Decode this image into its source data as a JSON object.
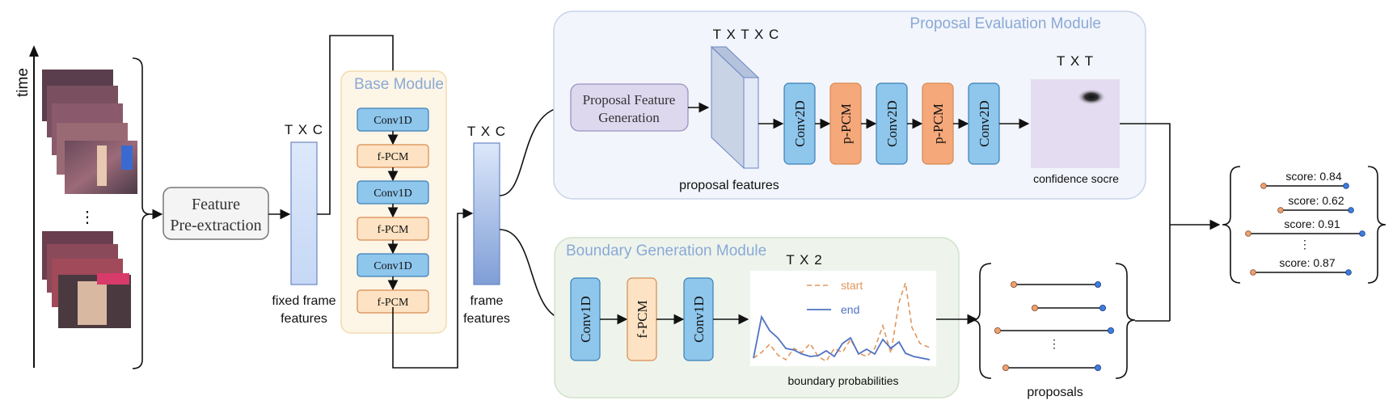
{
  "axis": {
    "time_label": "time",
    "ellipsis": "⋮"
  },
  "feature_pre": {
    "line1": "Feature",
    "line2": "Pre-extraction"
  },
  "fixed_features": {
    "dim": "T X C",
    "line1": "fixed frame",
    "line2": "features"
  },
  "base_module": {
    "title": "Base Module",
    "layers": [
      "Conv1D",
      "f-PCM",
      "Conv1D",
      "f-PCM",
      "Conv1D",
      "f-PCM"
    ]
  },
  "frame_features": {
    "dim": "T X C",
    "line1": "frame",
    "line2": "features"
  },
  "pem": {
    "title": "Proposal Evaluation Module",
    "pfg_line1": "Proposal Feature",
    "pfg_line2": "Generation",
    "tensor_dim": "T X T X C",
    "tensor_label": "proposal features",
    "layers": [
      "Conv2D",
      "p-PCM",
      "Conv2D",
      "p-PCM",
      "Conv2D"
    ],
    "map_dim": "T X T",
    "map_label": "confidence socre"
  },
  "bgm": {
    "title": "Boundary Generation Module",
    "layers": [
      "Conv1D",
      "f-PCM",
      "Conv1D"
    ],
    "plot_dim": "T X 2",
    "legend_start": "start",
    "legend_end": "end",
    "plot_label": "boundary probabilities"
  },
  "proposals": {
    "label": "proposals",
    "ellipsis": "⋮"
  },
  "scores": {
    "items": [
      "score: 0.84",
      "score: 0.62",
      "score: 0.91",
      "score: 0.87"
    ],
    "ellipsis": "⋮"
  },
  "colors": {
    "conv": "#8ec6ec",
    "conv_border": "#3b7fb6",
    "pcm": "#f5a87a",
    "pcm_border": "#d88a52",
    "fpcm_base": "#fde3c3",
    "start_line": "#e0965c",
    "end_line": "#4f72c2",
    "dot_orange": "#f0a070",
    "dot_blue": "#3c7ee0"
  }
}
